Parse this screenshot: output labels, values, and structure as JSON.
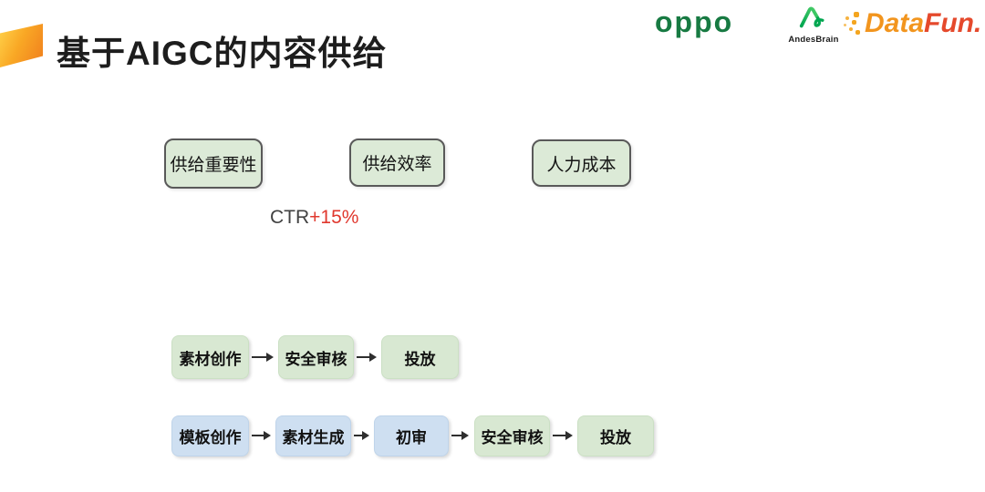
{
  "slide": {
    "title": "基于AIGC的内容供给",
    "metric": {
      "label": "CTR",
      "delta": "+15%"
    }
  },
  "header_logos": {
    "oppo": "oppo",
    "andes_brain": "AndesBrain",
    "datafun_part1": "Data",
    "datafun_part2": "Fun."
  },
  "benefit_boxes": [
    {
      "label": "供给重要性"
    },
    {
      "label": "供给效率"
    },
    {
      "label": "人力成本"
    }
  ],
  "flows": {
    "manual": {
      "steps": [
        {
          "label": "素材创作",
          "color": "green"
        },
        {
          "label": "安全审核",
          "color": "green"
        },
        {
          "label": "投放",
          "color": "green"
        }
      ]
    },
    "aigc": {
      "steps": [
        {
          "label": "模板创作",
          "color": "blue"
        },
        {
          "label": "素材生成",
          "color": "blue"
        },
        {
          "label": "初审",
          "color": "blue"
        },
        {
          "label": "安全审核",
          "color": "green"
        },
        {
          "label": "投放",
          "color": "green"
        }
      ]
    }
  },
  "icons": {
    "accent": "orange-parallelogram",
    "arrow": "right-arrow",
    "andes_logo": "andes-brain-a",
    "datafun_dots": "pixel-dots"
  },
  "colors": {
    "benefit_box_fill": "#dcead7",
    "benefit_box_border": "#595959",
    "flow_green_fill": "#d8e8d2",
    "flow_blue_fill": "#cedff1",
    "metric_delta_red": "#e0382e",
    "oppo_green": "#177a42",
    "andes_green": "#00a650",
    "datafun_orange": "#f2951e",
    "datafun_red": "#e5492c",
    "title_color": "#1d1d1d"
  }
}
